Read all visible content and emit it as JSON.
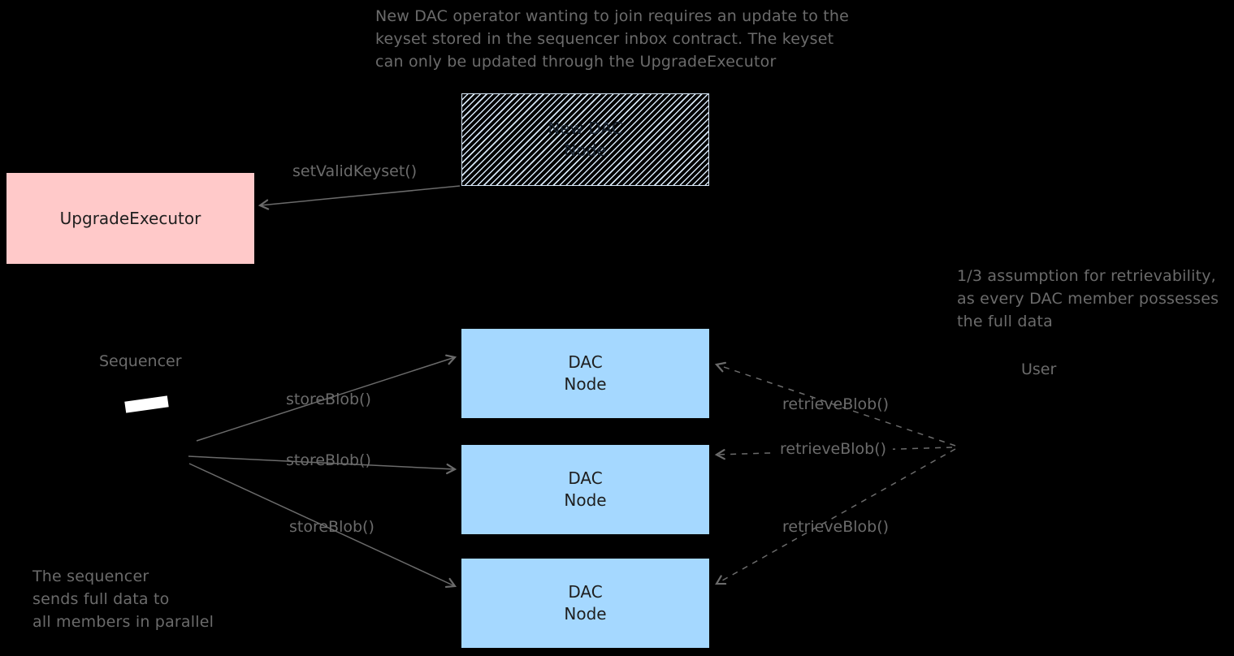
{
  "diagram": {
    "notes": {
      "keyset": "New DAC operator wanting to join requires an update to the\nkeyset stored in the sequencer inbox contract. The keyset\ncan only be updated through the UpgradeExecutor",
      "retrievability": "1/3 assumption for retrievability,\nas every DAC member possesses\nthe full data",
      "parallel": "The sequencer\nsends full data to\nall members in parallel"
    },
    "nodes": {
      "new_dac": {
        "label": "New DAC\nNode"
      },
      "upgrade_executor": {
        "label": "UpgradeExecutor"
      },
      "dac_1": {
        "label": "DAC\nNode"
      },
      "dac_2": {
        "label": "DAC\nNode"
      },
      "dac_3": {
        "label": "DAC\nNode"
      }
    },
    "actors": {
      "sequencer": {
        "label": "Sequencer"
      },
      "user": {
        "label": "User"
      }
    },
    "edges": {
      "set_valid_keyset": {
        "label": "setValidKeyset()",
        "style": "solid"
      },
      "store_blob_1": {
        "label": "storeBlob()",
        "style": "solid"
      },
      "store_blob_2": {
        "label": "storeBlob()",
        "style": "solid"
      },
      "store_blob_3": {
        "label": "storeBlob()",
        "style": "solid"
      },
      "retrieve_blob_1": {
        "label": "retrieveBlob()",
        "style": "dashed"
      },
      "retrieve_blob_2": {
        "label": "retrieveBlob()",
        "style": "dashed"
      },
      "retrieve_blob_3": {
        "label": "retrieveBlob()",
        "style": "dashed"
      }
    },
    "colors": {
      "background": "#000000",
      "upgrade_executor_fill": "#ffc9c9",
      "dac_node_fill": "#a5d8ff",
      "box_text": "#1e1e1e",
      "annotation_text": "#6b6b6b",
      "arrow_stroke": "#6b6b6b",
      "hatch_stroke": "#d7e7f7",
      "sequencer_marker": "#ffffff"
    }
  }
}
